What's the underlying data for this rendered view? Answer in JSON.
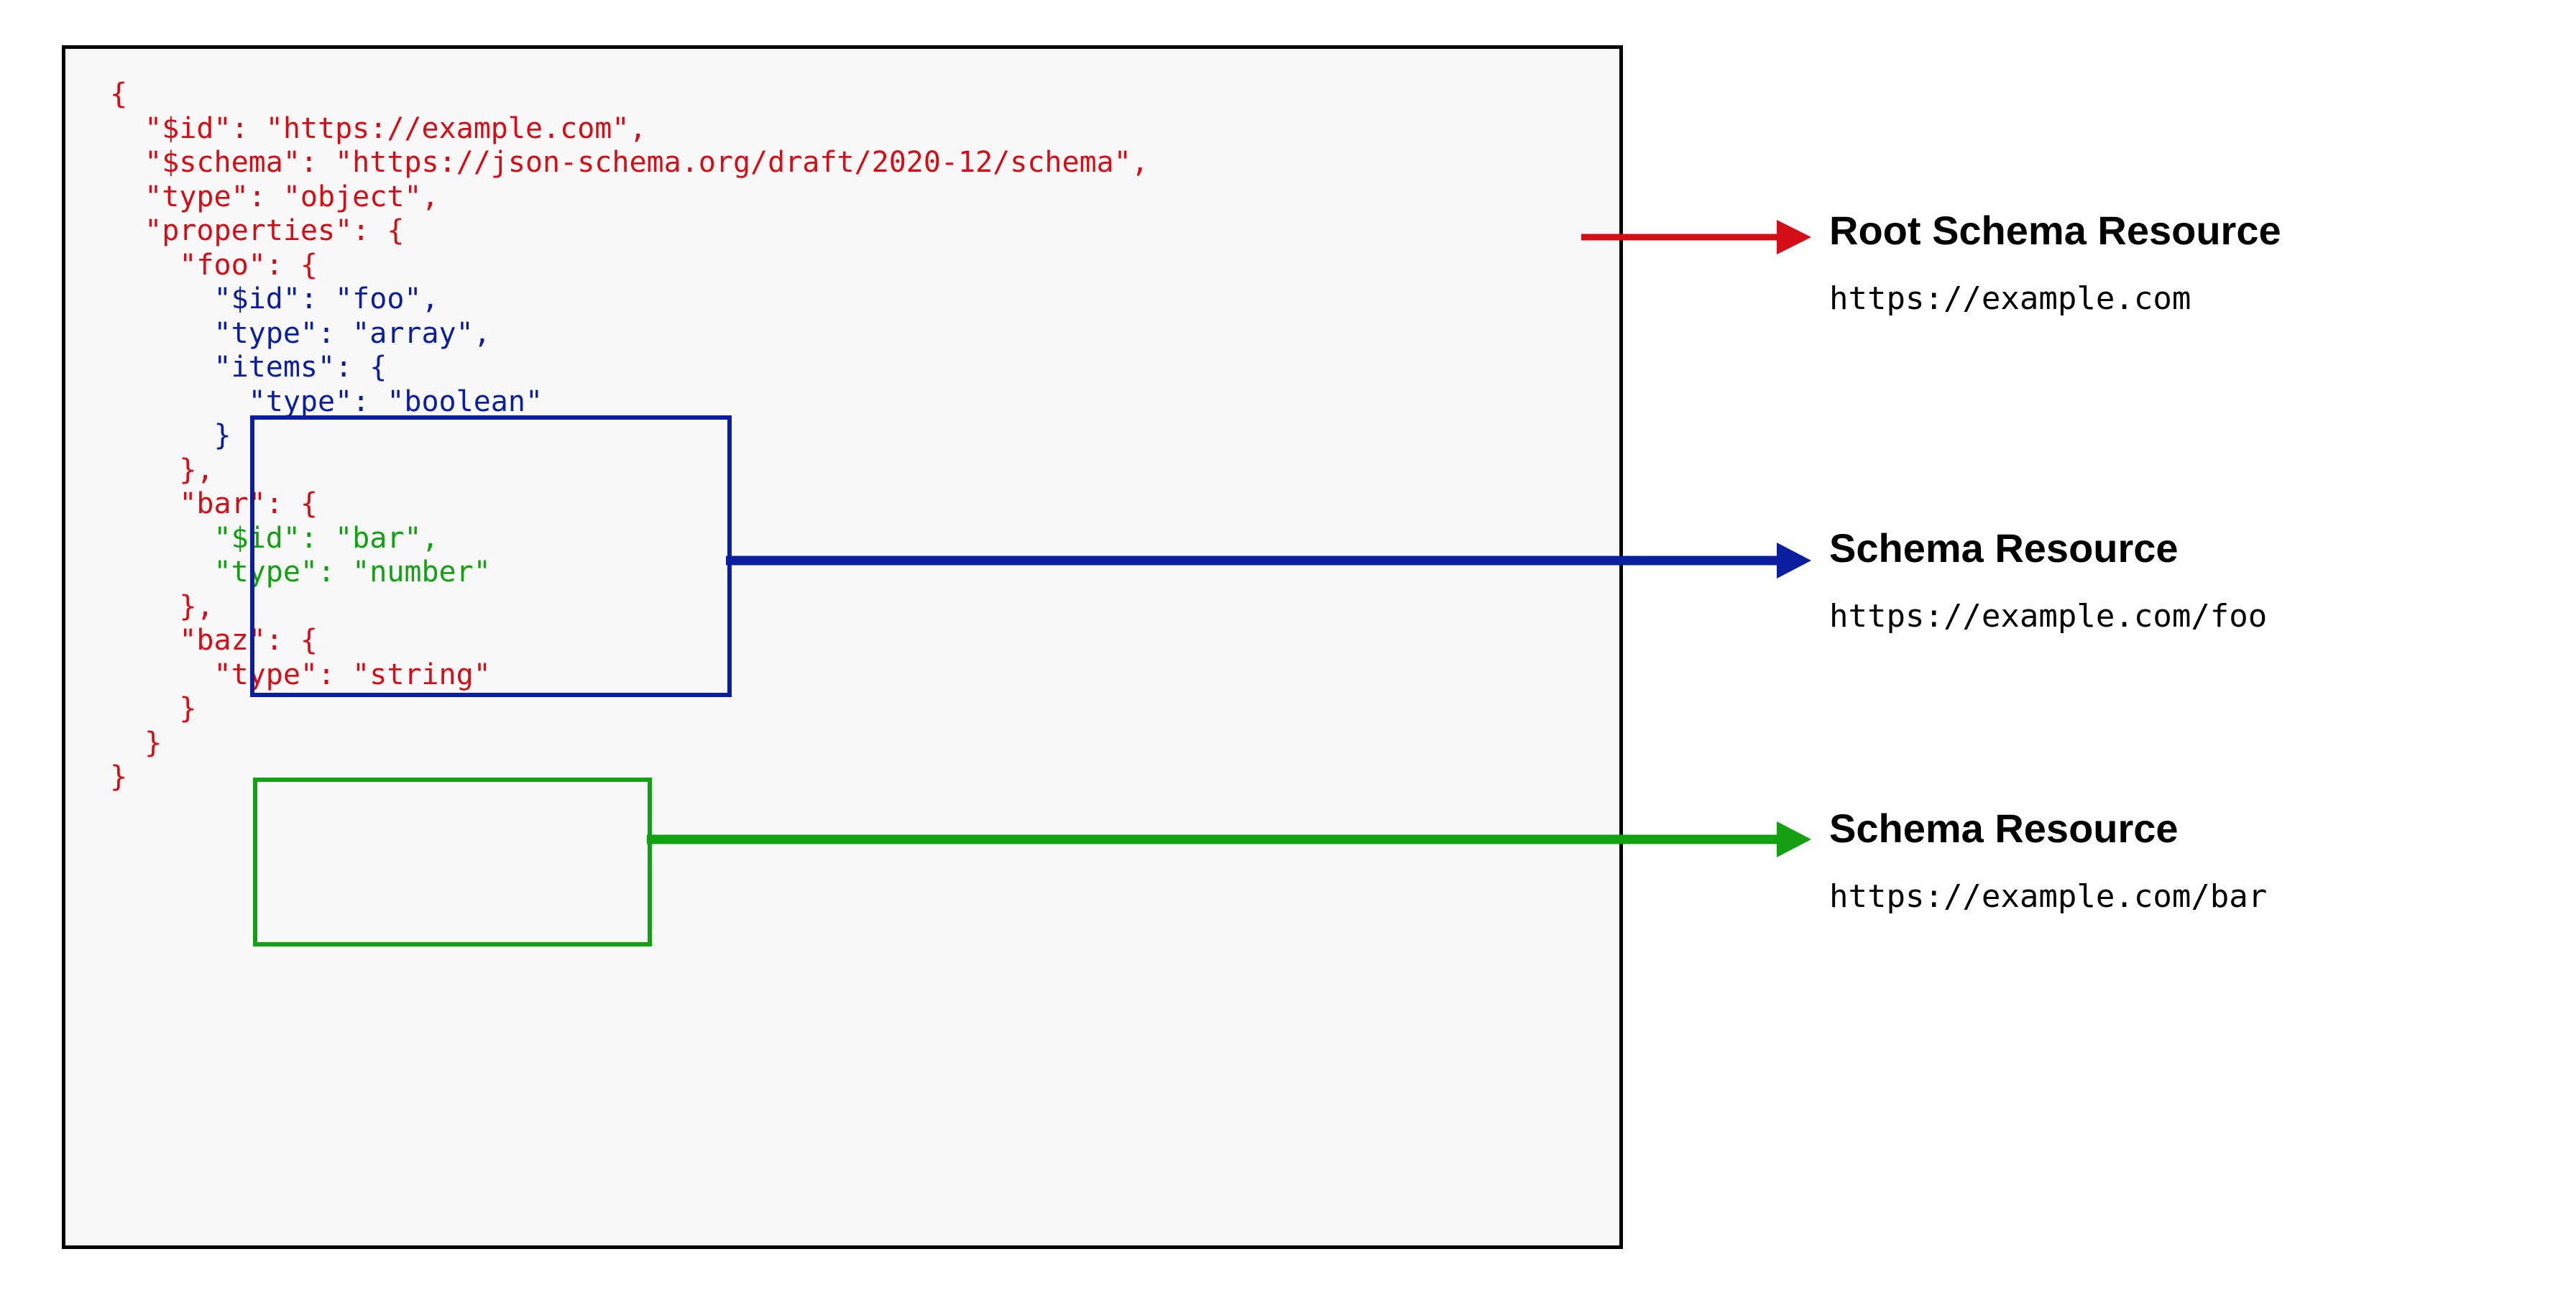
{
  "diagram": {
    "type": "annotated-code-diagram",
    "title_semantic": "json-schema-resources-diagram",
    "colors": {
      "code_red": "#d40d17",
      "highlight_blue": "#0b1f9e",
      "highlight_green": "#13a013",
      "panel_border": "#000000",
      "panel_background": "#f8f8f8",
      "label_text": "#000000"
    }
  },
  "code_panel": {
    "language": "json",
    "lines": [
      {
        "indent": 0,
        "text": "{",
        "color": "red"
      },
      {
        "indent": 1,
        "text": "\"$id\": \"https://example.com\",",
        "color": "red"
      },
      {
        "indent": 1,
        "text": "\"$schema\": \"https://json-schema.org/draft/2020-12/schema\",",
        "color": "red"
      },
      {
        "indent": 1,
        "text": "\"type\": \"object\",",
        "color": "red"
      },
      {
        "indent": 1,
        "text": "\"properties\": {",
        "color": "red"
      },
      {
        "indent": 2,
        "text": "\"foo\": {",
        "color": "red"
      },
      {
        "indent": 3,
        "text": "\"$id\": \"foo\",",
        "color": "blue"
      },
      {
        "indent": 3,
        "text": "\"type\": \"array\",",
        "color": "blue"
      },
      {
        "indent": 3,
        "text": "\"items\": {",
        "color": "blue"
      },
      {
        "indent": 4,
        "text": "\"type\": \"boolean\"",
        "color": "blue"
      },
      {
        "indent": 3,
        "text": "}",
        "color": "blue"
      },
      {
        "indent": 2,
        "text": "},",
        "color": "red"
      },
      {
        "indent": 2,
        "text": "\"bar\": {",
        "color": "red"
      },
      {
        "indent": 3,
        "text": "\"$id\": \"bar\",",
        "color": "green"
      },
      {
        "indent": 3,
        "text": "\"type\": \"number\"",
        "color": "green"
      },
      {
        "indent": 2,
        "text": "},",
        "color": "red"
      },
      {
        "indent": 2,
        "text": "\"baz\": {",
        "color": "red"
      },
      {
        "indent": 3,
        "text": "\"type\": \"string\"",
        "color": "red"
      },
      {
        "indent": 2,
        "text": "}",
        "color": "red"
      },
      {
        "indent": 1,
        "text": "}",
        "color": "red"
      },
      {
        "indent": 0,
        "text": "}",
        "color": "red"
      }
    ],
    "full_text": "{\n  \"$id\": \"https://example.com\",\n  \"$schema\": \"https://json-schema.org/draft/2020-12/schema\",\n  \"type\": \"object\",\n  \"properties\": {\n    \"foo\": {\n      \"$id\": \"foo\",\n      \"type\": \"array\",\n      \"items\": {\n        \"type\": \"boolean\"\n      }\n    },\n    \"bar\": {\n      \"$id\": \"bar\",\n      \"type\": \"number\"\n    },\n    \"baz\": {\n      \"type\": \"string\"\n    }\n  }\n}"
  },
  "highlights": [
    {
      "name": "foo-schema-resource",
      "color": "#0b1f9e"
    },
    {
      "name": "bar-schema-resource",
      "color": "#13a013"
    }
  ],
  "annotations": [
    {
      "title": "Root Schema Resource",
      "url": "https://example.com",
      "arrow_color": "#d40d17"
    },
    {
      "title": "Schema Resource",
      "url": "https://example.com/foo",
      "arrow_color": "#0b1f9e"
    },
    {
      "title": "Schema Resource",
      "url": "https://example.com/bar",
      "arrow_color": "#13a013"
    }
  ]
}
